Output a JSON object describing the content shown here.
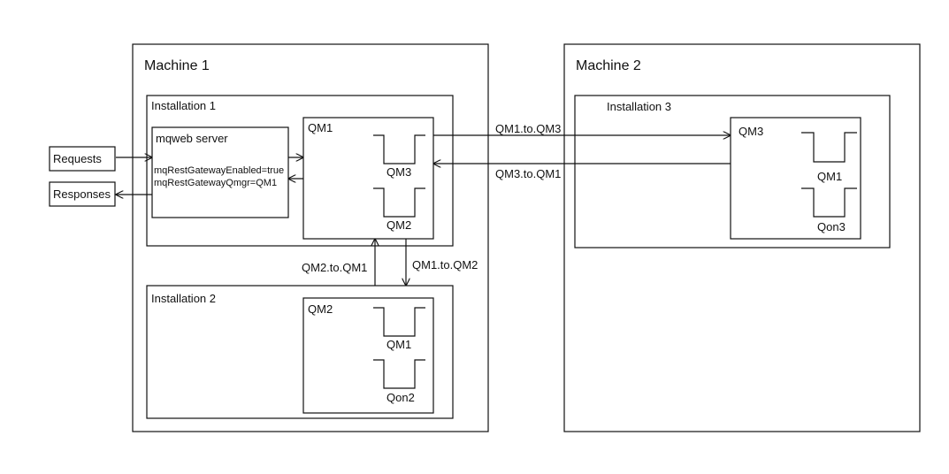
{
  "machines": {
    "m1": "Machine 1",
    "m2": "Machine 2"
  },
  "installations": {
    "i1": "Installation 1",
    "i2": "Installation 2",
    "i3": "Installation 3"
  },
  "mqweb": {
    "title": "mqweb server",
    "prop1": "mqRestGatewayEnabled=true",
    "prop2": "mqRestGatewayQmgr=QM1"
  },
  "clients": {
    "requests": "Requests",
    "responses": "Responses"
  },
  "qmgrs": {
    "qm1": {
      "name": "QM1",
      "queues": [
        "QM3",
        "QM2"
      ]
    },
    "qm2": {
      "name": "QM2",
      "queues": [
        "QM1",
        "Qon2"
      ]
    },
    "qm3": {
      "name": "QM3",
      "queues": [
        "QM1",
        "Qon3"
      ]
    }
  },
  "channels": {
    "qm1_to_qm3": "QM1.to.QM3",
    "qm3_to_qm1": "QM3.to.QM1",
    "qm2_to_qm1": "QM2.to.QM1",
    "qm1_to_qm2": "QM1.to.QM2"
  },
  "colors": {
    "stroke": "#111111",
    "background": "#ffffff"
  }
}
